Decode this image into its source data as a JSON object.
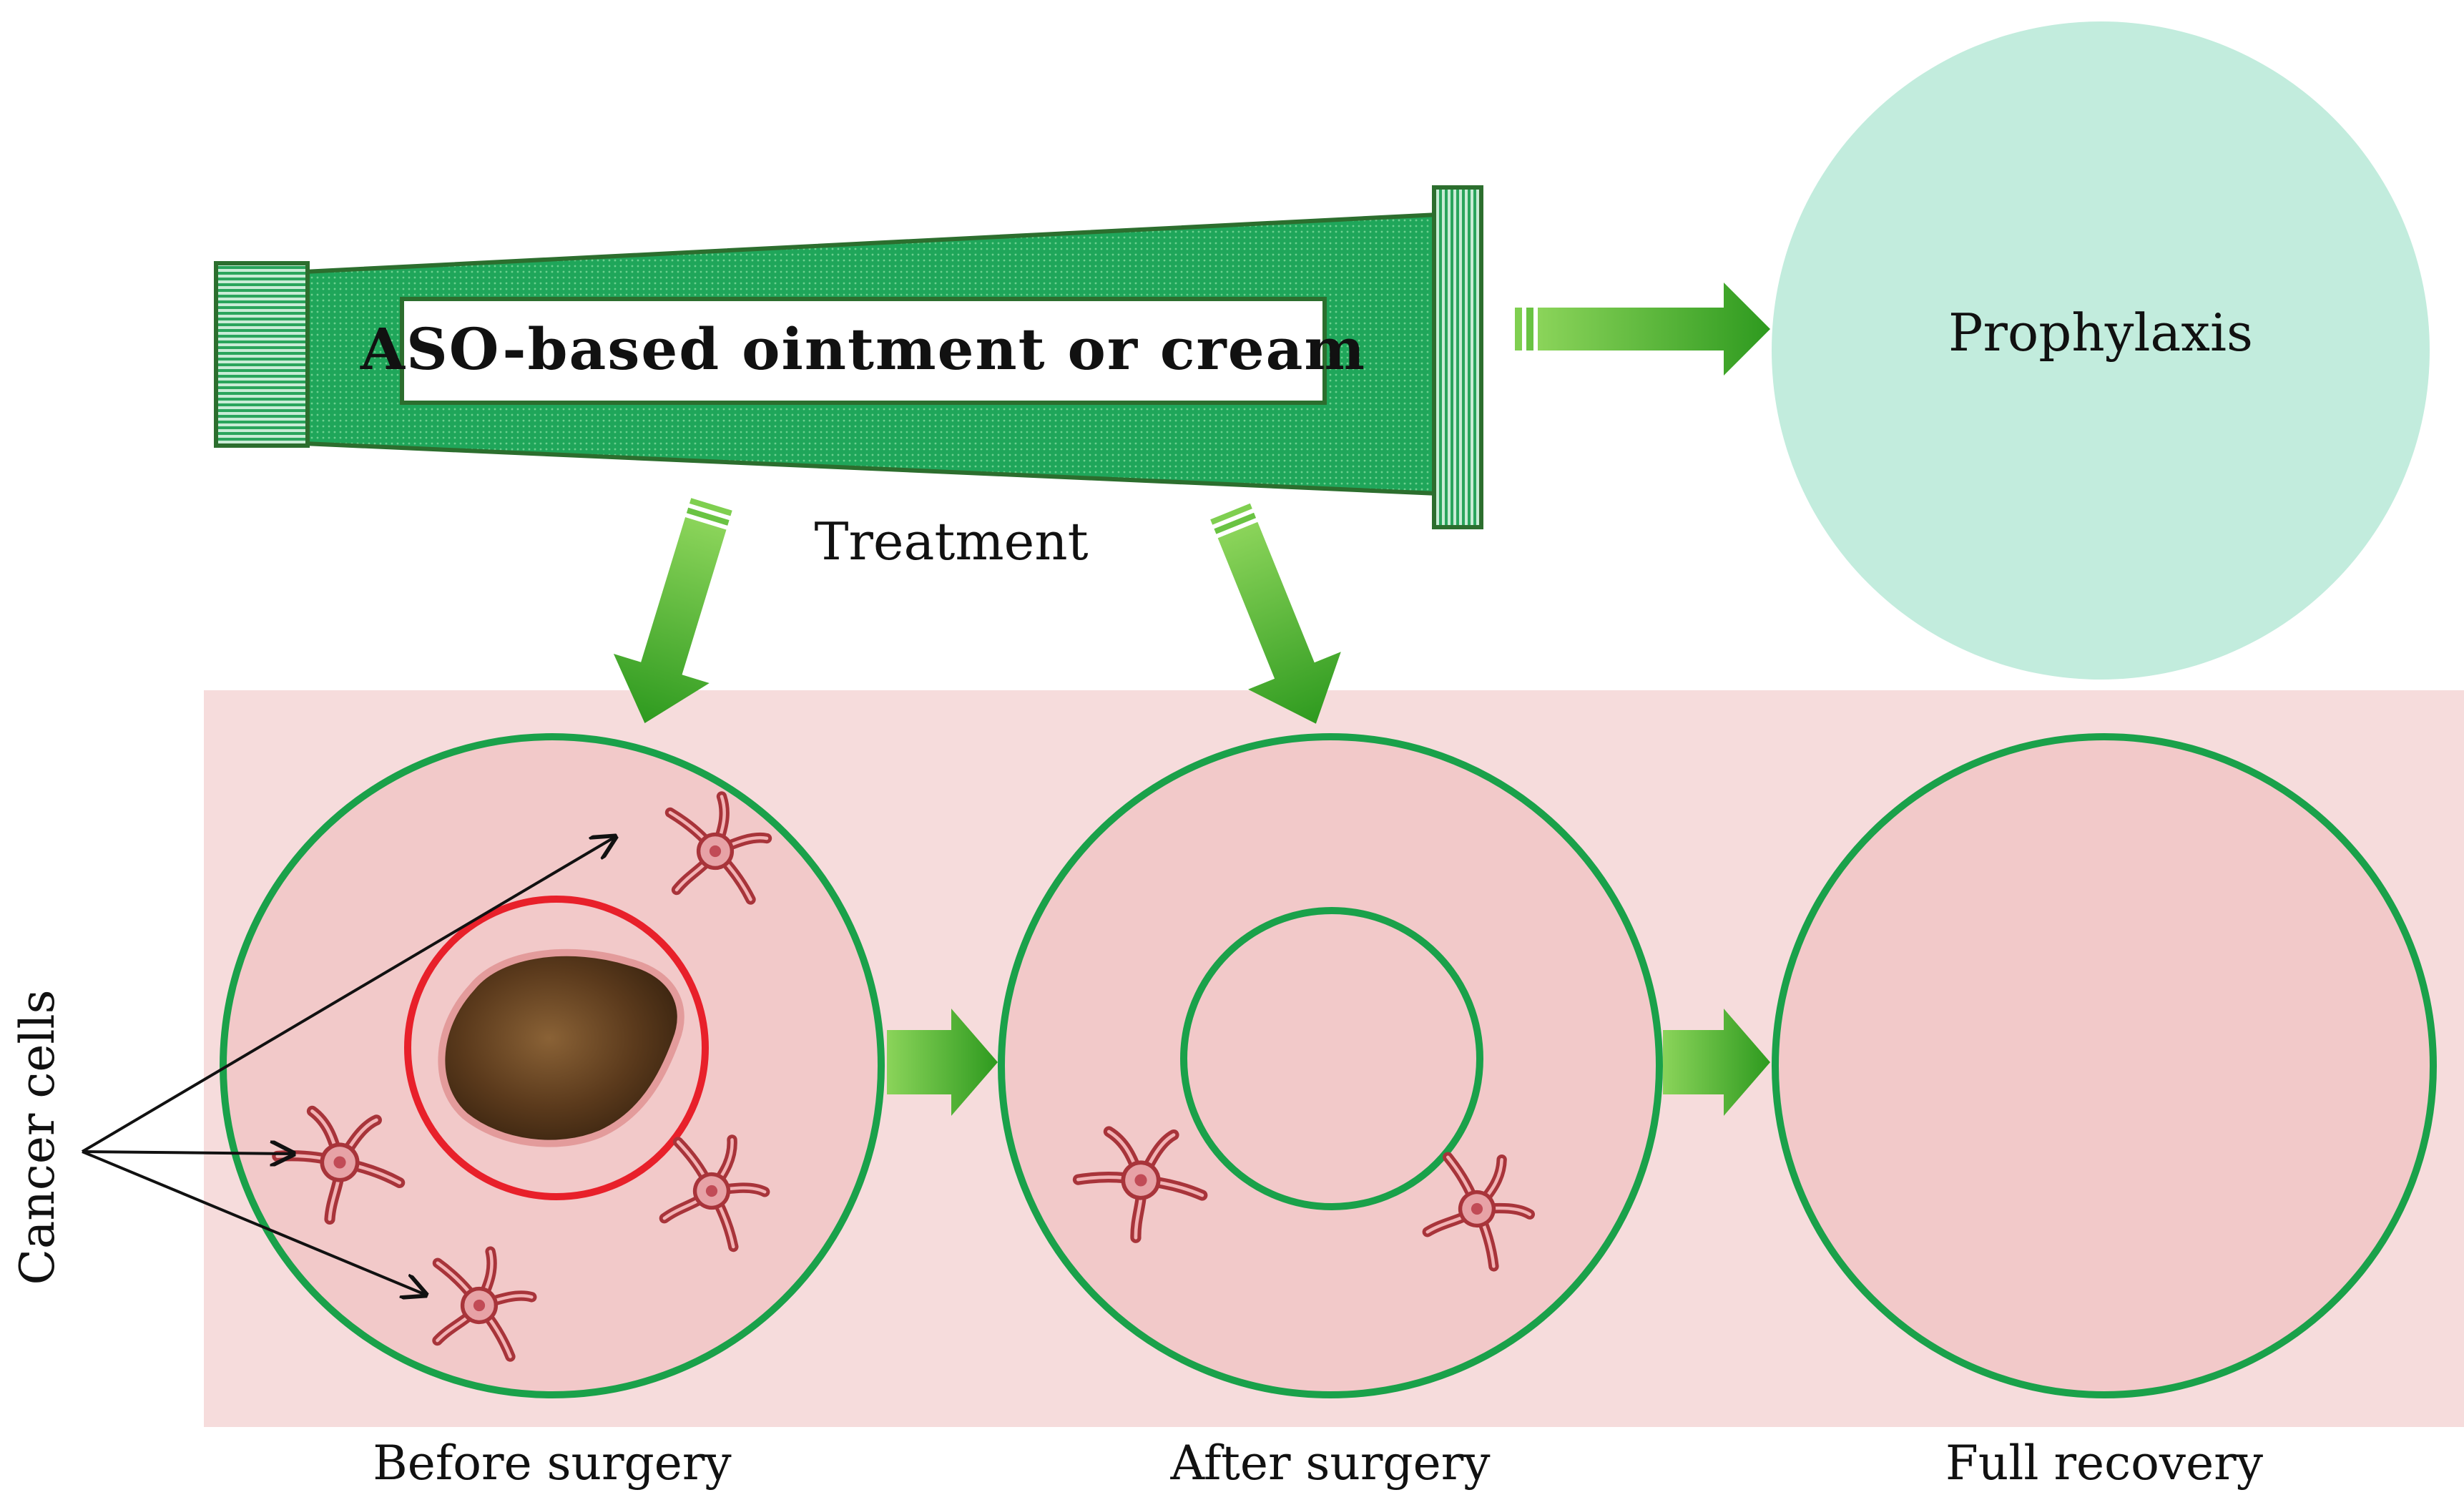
{
  "tube": {
    "label": "ASO-based ointment or cream"
  },
  "flow": {
    "treatment_label": "Treatment",
    "prophylaxis_label": "Prophylaxis"
  },
  "stages": [
    {
      "label": "Before surgery"
    },
    {
      "label": "After surgery"
    },
    {
      "label": "Full recovery"
    }
  ],
  "annotation": {
    "cancer_cells_label": "Cancer cells"
  },
  "colors": {
    "tube_green": "#1fa65a",
    "tube_border": "#2c6e2e",
    "arrow_green": "#3aa62a",
    "circle_green": "#1aa14a",
    "tumor_margin_red": "#e8202a",
    "skin_pink": "#f6dcdc",
    "prophylaxis_fill": "#c2ecdd",
    "cancer_cell": "#a8343a",
    "tumor_brown": "#5b3a1c"
  }
}
